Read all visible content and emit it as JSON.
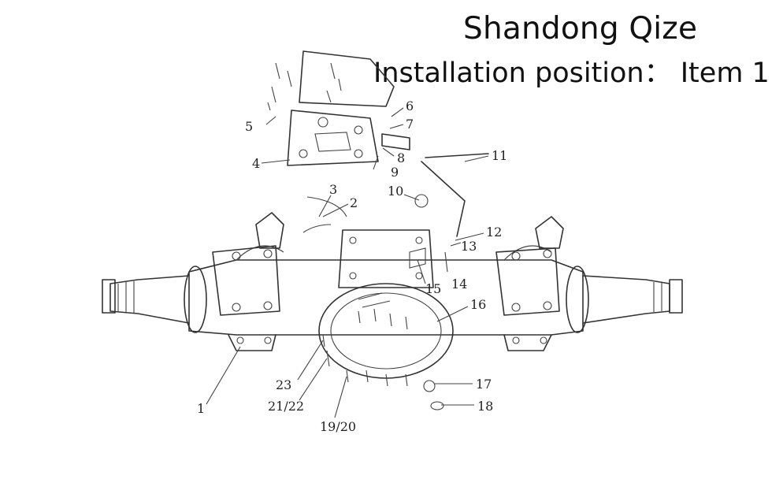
{
  "header": {
    "title": "Shandong Qize",
    "subtitle": "Installation position： Item 1"
  },
  "callouts": [
    "1",
    "2",
    "3",
    "4",
    "5",
    "6",
    "7",
    "8",
    "9",
    "10",
    "11",
    "12",
    "13",
    "14",
    "15",
    "16",
    "17",
    "18",
    "19/20",
    "21/22",
    "23"
  ]
}
